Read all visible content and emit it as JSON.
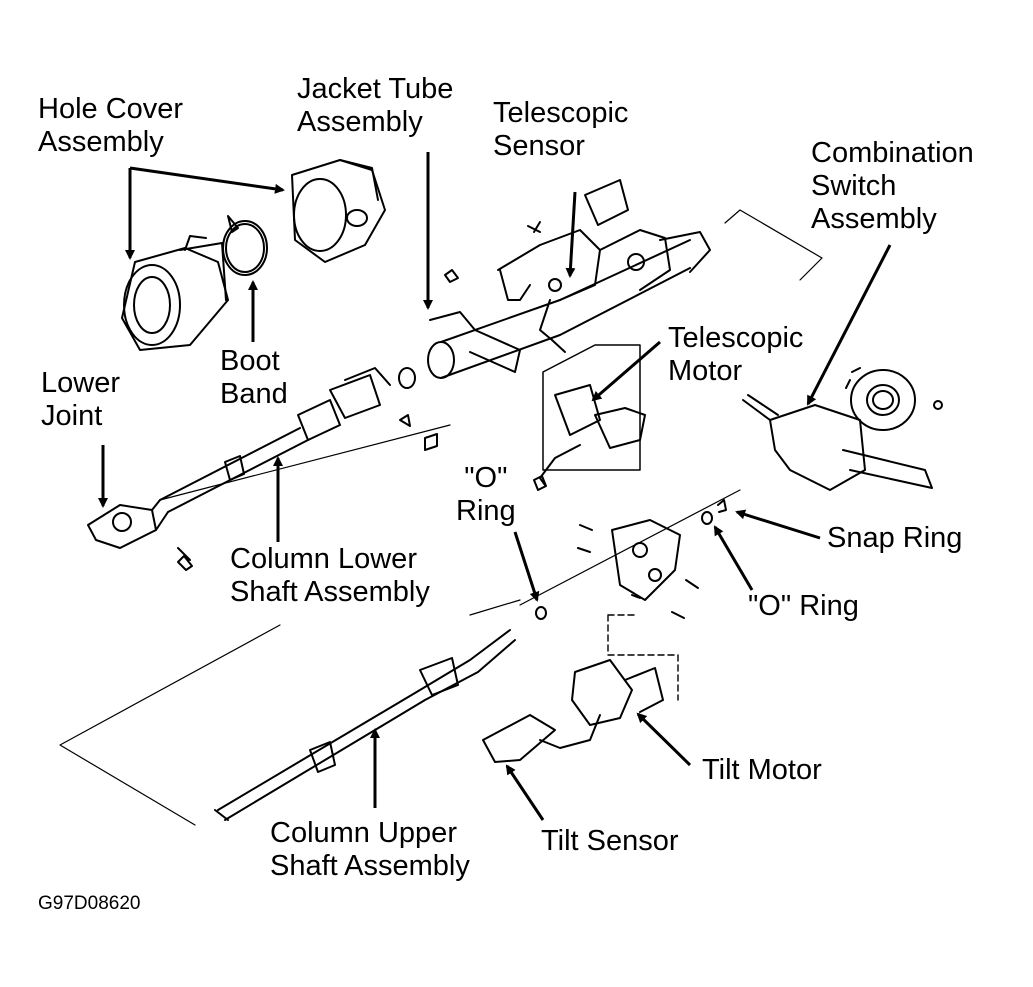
{
  "labels": {
    "hole_cover": [
      "Hole Cover",
      "Assembly"
    ],
    "jacket_tube": [
      "Jacket Tube",
      "Assembly"
    ],
    "telescopic_sensor": [
      "Telescopic",
      "Sensor"
    ],
    "combination_switch": [
      "Combination",
      "Switch",
      "Assembly"
    ],
    "boot_band": [
      "Boot",
      "Band"
    ],
    "lower_joint": [
      "Lower",
      "Joint"
    ],
    "telescopic_motor": [
      "Telescopic",
      "Motor"
    ],
    "o_ring_left": [
      "\"O\"",
      "Ring"
    ],
    "column_lower_shaft": [
      "Column Lower",
      "Shaft Assembly"
    ],
    "snap_ring": "Snap Ring",
    "o_ring_right": "\"O\" Ring",
    "tilt_motor": "Tilt Motor",
    "tilt_sensor": "Tilt Sensor",
    "column_upper_shaft": [
      "Column Upper",
      "Shaft Assembly"
    ]
  },
  "figure_code": "G97D08620"
}
